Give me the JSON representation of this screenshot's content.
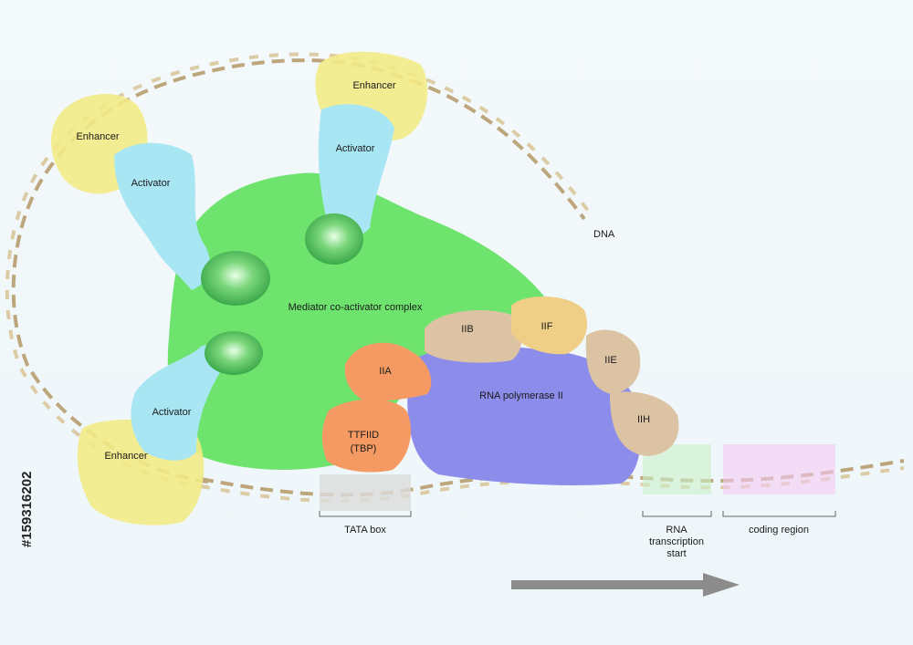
{
  "labels": {
    "dna": "DNA",
    "enhancer": "Enhancer",
    "activator": "Activator",
    "mediator": "Mediator co-activator complex",
    "iia": "IIA",
    "iib": "IIB",
    "iif": "IIF",
    "iie": "IIE",
    "iih": "IIH",
    "rna_pol": "RNA polymerase II",
    "ttfiid_line1": "TTFIID",
    "ttfiid_line2": "(TBP)",
    "tata_box": "TATA box",
    "rna_start_line1": "RNA",
    "rna_start_line2": "transcription",
    "rna_start_line3": "start",
    "coding_region": "coding region"
  },
  "watermark": {
    "id_text": "#159316202"
  },
  "colors": {
    "mediator": "#6ee46e",
    "activator": "#a8e6f4",
    "enhancer": "#f2ea86",
    "rna_pol": "#8c8cea",
    "tan": "#dcc3a4",
    "iif": "#efce86",
    "ttfiid": "#f59a62",
    "dna": "#c9b48a",
    "arrow": "#8c8c8c"
  }
}
